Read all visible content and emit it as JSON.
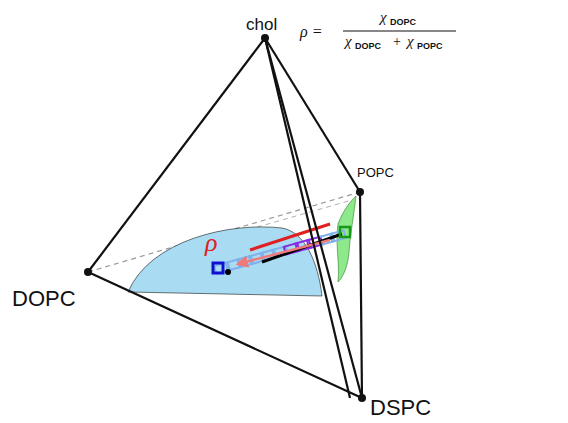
{
  "diagram": {
    "labels": [
      "chol",
      "ρ =",
      "χ",
      "DOPC",
      "χ",
      "DOPC",
      "+",
      "χ",
      "POPC",
      "POPC",
      "DOPC",
      "DSPC",
      "ρ"
    ]
  }
}
